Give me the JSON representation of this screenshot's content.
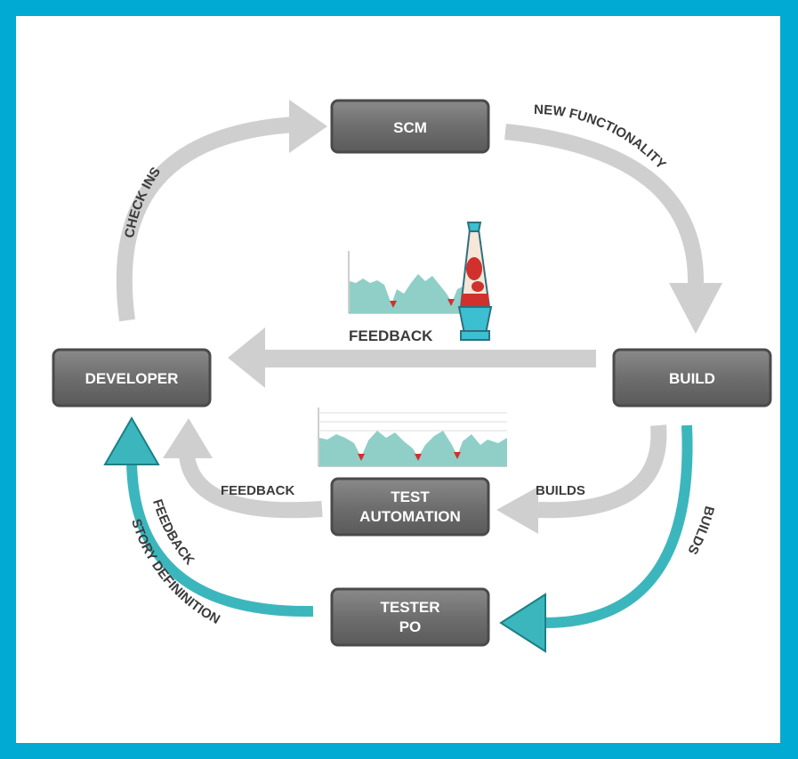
{
  "colors": {
    "frame": "#00aad2",
    "node_fill": "#6e6e6e",
    "node_border": "#4a4a4a",
    "gray_arrow": "#c8c8c8",
    "teal_arrow": "#3cb6bd",
    "chart_area": "#8fcfc8",
    "chart_dip": "#d0312d",
    "lamp_base": "#3bbfd1",
    "lamp_liquid": "#d0312d"
  },
  "nodes": {
    "scm": "SCM",
    "build": "BUILD",
    "developer": "DEVELOPER",
    "test_automation_line1": "TEST",
    "test_automation_line2": "AUTOMATION",
    "tester_line1": "TESTER",
    "tester_line2": "PO"
  },
  "edges": {
    "check_ins": "CHECK INS",
    "new_functionality": "NEW FUNCTIONALITY",
    "feedback_top": "FEEDBACK",
    "builds_to_test": "BUILDS",
    "feedback_test": "FEEDBACK",
    "builds_to_tester": "BUILDS",
    "story_line1": "STORY DEFININITION",
    "story_line2": "FEEDBACK"
  },
  "icons": [
    "lava-lamp-icon",
    "monitoring-chart-icon"
  ]
}
